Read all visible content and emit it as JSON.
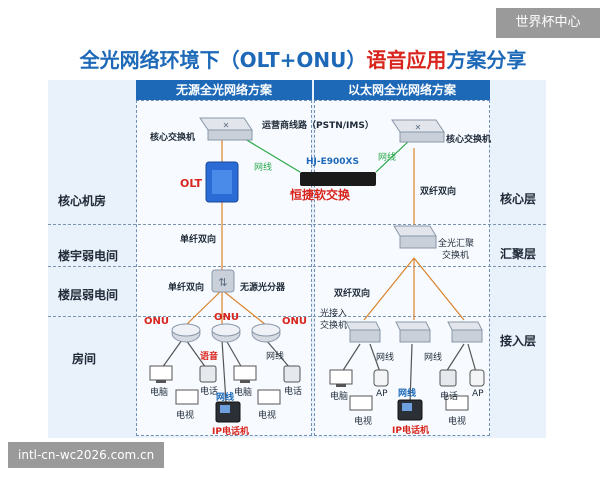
{
  "title": {
    "part1": "全光网络环境下（OLT+ONU）",
    "part2": "语音应用",
    "part3": "方案分享"
  },
  "watermarks": {
    "top": "世界杯中心",
    "bottom": "intl-cn-wc2026.com.cn"
  },
  "columns": {
    "left_header": "无源全光网络方案",
    "right_header": "以太网全光网络方案"
  },
  "left_rows": [
    "核心机房",
    "楼宇弱电间",
    "楼层弱电间",
    "房间"
  ],
  "right_rows": [
    "核心层",
    "汇聚层",
    "接入层"
  ],
  "center": {
    "carrier_line": "运营商线路（PSTN/IMS）",
    "device": "HJ-E900XS",
    "device_desc": "恒捷软交换",
    "link_left": "网线",
    "link_right": "网线"
  },
  "left_labels": {
    "core_switch": "核心交换机",
    "olt": "OLT",
    "single_fiber_1": "单纤双向",
    "single_fiber_2": "单纤双向",
    "splitter": "无源光分器",
    "onu_1": "ONU",
    "onu_2": "ONU",
    "onu_3": "ONU",
    "voice": "语音",
    "cable": "网线",
    "pc_1": "电脑",
    "pc_2": "电脑",
    "phone_1": "电话",
    "phone_2": "电话",
    "tv_1": "电视",
    "tv_2": "电视",
    "cable_ip": "网线",
    "ip_phone": "IP电话机"
  },
  "right_labels": {
    "core_switch": "核心交换机",
    "dual_fiber_1": "双纤双向",
    "agg_switch_l1": "全光汇聚",
    "agg_switch_l2": "交换机",
    "dual_fiber_2": "双纤双向",
    "access_l1": "光接入",
    "access_l2": "交换机",
    "cable_1": "网线",
    "cable_2": "网线",
    "pc": "电脑",
    "ap_1": "AP",
    "ap_2": "AP",
    "phone": "电话",
    "tv_1": "电视",
    "tv_2": "电视",
    "cable_ip": "网线",
    "ip_phone": "IP电话机"
  },
  "colors": {
    "brand_blue": "#1d69b8",
    "accent_red": "#d8241c",
    "olt_blue": "#2a6bd6",
    "panel_bg": "#e9f1fa",
    "line_orange": "#d9822b",
    "line_green": "#2aa84a"
  }
}
